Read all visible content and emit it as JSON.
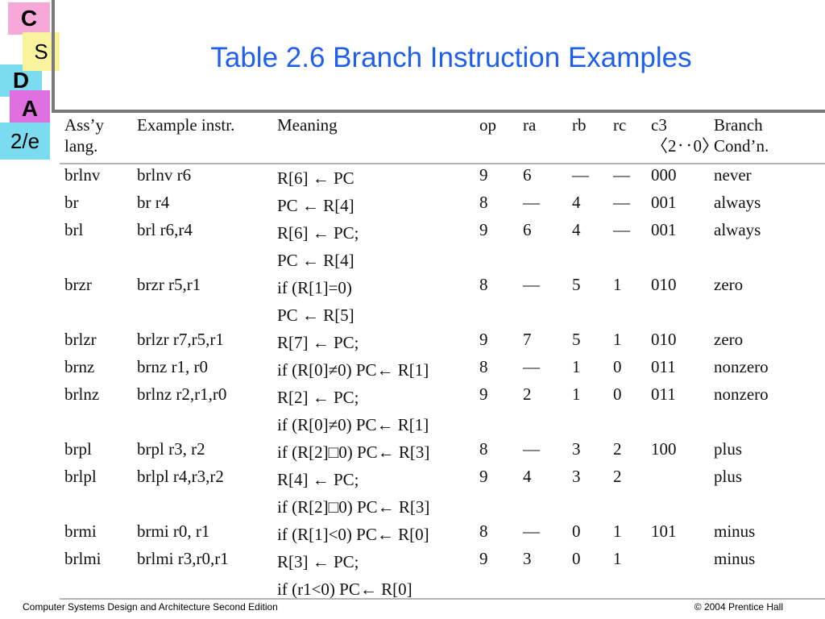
{
  "logo": {
    "c": "C",
    "s": "S",
    "d": "D",
    "a": "A",
    "edition": "2/e"
  },
  "title": "Table 2.6  Branch Instruction Examples",
  "table": {
    "headers": {
      "asm_line1": "Ass’y",
      "asm_line2": "lang.",
      "example": "Example instr.",
      "meaning": "Meaning",
      "op": "op",
      "ra": "ra",
      "rb": "rb",
      "rc": "rc",
      "c3_line1": "c3",
      "c3_line2": "〈2‥0〉",
      "branch_line1": "Branch",
      "branch_line2": "Cond’n."
    },
    "rows": [
      {
        "asm": "brlnv",
        "example": "brlnv r6",
        "meaning": "R[6] ← PC",
        "op": "9",
        "ra": "6",
        "rb": "—",
        "rc": "—",
        "c3": "000",
        "cond": "never"
      },
      {
        "asm": "br",
        "example": "br r4",
        "meaning": "PC ← R[4]",
        "op": "8",
        "ra": "—",
        "rb": "4",
        "rc": "—",
        "c3": "001",
        "cond": "always"
      },
      {
        "asm": "brl",
        "example": "brl r6,r4",
        "meaning": "R[6] ← PC;",
        "op": "9",
        "ra": "6",
        "rb": "4",
        "rc": "—",
        "c3": "001",
        "cond": "always"
      },
      {
        "asm": "",
        "example": "",
        "meaning": "PC ← R[4]",
        "op": "",
        "ra": "",
        "rb": "",
        "rc": "",
        "c3": "",
        "cond": ""
      },
      {
        "asm": "brzr",
        "example": "brzr r5,r1",
        "meaning": "if (R[1]=0)",
        "op": "8",
        "ra": "—",
        "rb": "5",
        "rc": "1",
        "c3": "010",
        "cond": "zero"
      },
      {
        "asm": "",
        "example": "",
        "meaning": "PC ← R[5]",
        "op": "",
        "ra": "",
        "rb": "",
        "rc": "",
        "c3": "",
        "cond": ""
      },
      {
        "asm": "brlzr",
        "example": "brlzr r7,r5,r1",
        "meaning": "R[7] ← PC;",
        "op": "9",
        "ra": "7",
        "rb": "5",
        "rc": "1",
        "c3": "010",
        "cond": "zero"
      },
      {
        "asm": "brnz",
        "example": "brnz r1, r0",
        "meaning": "if (R[0]≠0) PC← R[1]",
        "op": "8",
        "ra": "—",
        "rb": "1",
        "rc": "0",
        "c3": "011",
        "cond": "nonzero"
      },
      {
        "asm": "brlnz",
        "example": "brlnz r2,r1,r0",
        "meaning": "R[2] ← PC;",
        "op": "9",
        "ra": "2",
        "rb": "1",
        "rc": "0",
        "c3": "011",
        "cond": "nonzero"
      },
      {
        "asm": "",
        "example": "",
        "meaning": "if (R[0]≠0) PC← R[1]",
        "op": "",
        "ra": "",
        "rb": "",
        "rc": "",
        "c3": "",
        "cond": ""
      },
      {
        "asm": "brpl",
        "example": "brpl r3, r2",
        "meaning": "if (R[2]□0) PC← R[3]",
        "op": "8",
        "ra": "—",
        "rb": "3",
        "rc": "2",
        "c3": "100",
        "cond": "plus"
      },
      {
        "asm": "brlpl",
        "example": "brlpl r4,r3,r2",
        "meaning": "R[4] ← PC;",
        "op": "9",
        "ra": "4",
        "rb": "3",
        "rc": "2",
        "c3": "",
        "cond": "plus"
      },
      {
        "asm": "",
        "example": "",
        "meaning": "if (R[2]□0) PC← R[3]",
        "op": "",
        "ra": "",
        "rb": "",
        "rc": "",
        "c3": "",
        "cond": ""
      },
      {
        "asm": "brmi",
        "example": "brmi r0, r1",
        "meaning": "if (R[1]<0) PC← R[0]",
        "op": "8",
        "ra": "—",
        "rb": "0",
        "rc": "1",
        "c3": "101",
        "cond": "minus"
      },
      {
        "asm": "brlmi",
        "example": "brlmi r3,r0,r1",
        "meaning": "R[3] ← PC;",
        "op": "9",
        "ra": "3",
        "rb": "0",
        "rc": "1",
        "c3": "",
        "cond": "minus"
      },
      {
        "asm": "",
        "example": "",
        "meaning": "if (r1<0) PC← R[0]",
        "op": "",
        "ra": "",
        "rb": "",
        "rc": "",
        "c3": "",
        "cond": ""
      }
    ]
  },
  "footer": {
    "left": "Computer Systems Design and Architecture Second Edition",
    "right": "© 2004 Prentice Hall"
  }
}
